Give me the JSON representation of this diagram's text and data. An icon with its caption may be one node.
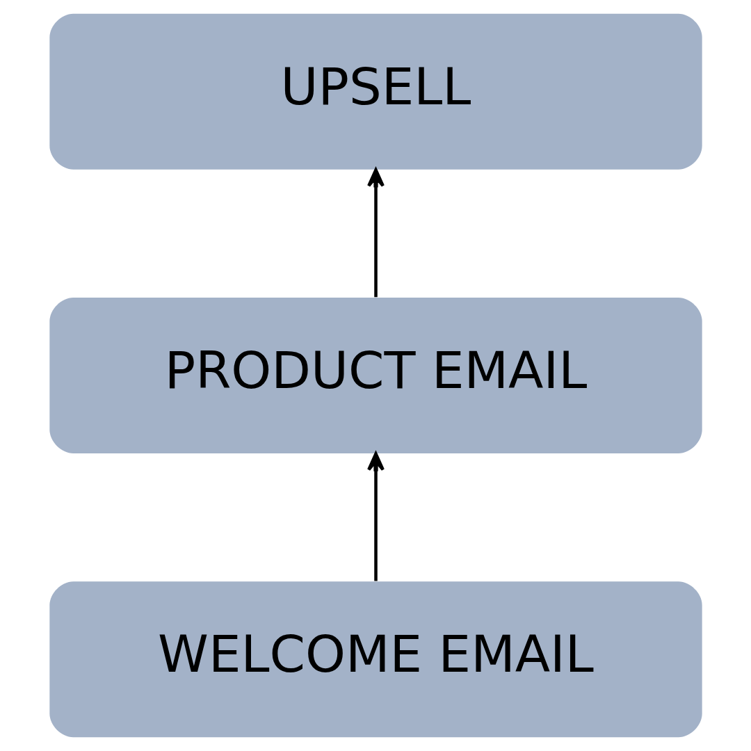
{
  "diagram": {
    "nodes": [
      {
        "text": [
          "UPSELL"
        ]
      },
      {
        "text": [
          "PRODUCT EMAIL"
        ]
      },
      {
        "text": [
          "WELCOME EMAIL"
        ]
      }
    ],
    "edges": [
      {
        "from": 2,
        "to": 1,
        "arrow": "to"
      },
      {
        "from": 1,
        "to": 0,
        "arrow": "to"
      }
    ]
  }
}
